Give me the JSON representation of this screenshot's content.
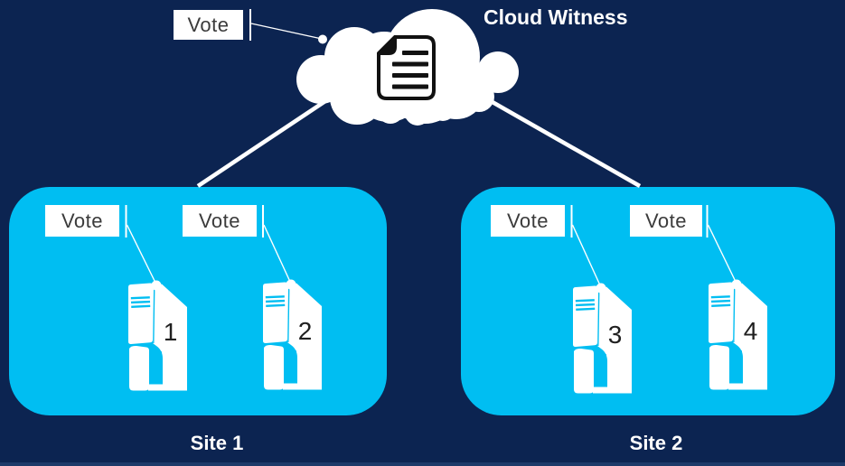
{
  "diagram": {
    "background_color": "#0C2451",
    "site_fill_color": "#00BEF2",
    "connector_color": "#FFFFFF",
    "vote_text_color": "#3B3B3B",
    "server_number_color": "#202020",
    "document_icon_color": "#111111",
    "icons": [
      "cloud-icon",
      "document-icon",
      "server-tower-icon"
    ]
  },
  "cloud": {
    "title": "Cloud Witness",
    "vote_label": "Vote"
  },
  "sites": [
    {
      "name": "Site 1",
      "servers": [
        {
          "number": "1",
          "vote_label": "Vote"
        },
        {
          "number": "2",
          "vote_label": "Vote"
        }
      ]
    },
    {
      "name": "Site 2",
      "servers": [
        {
          "number": "3",
          "vote_label": "Vote"
        },
        {
          "number": "4",
          "vote_label": "Vote"
        }
      ]
    }
  ]
}
